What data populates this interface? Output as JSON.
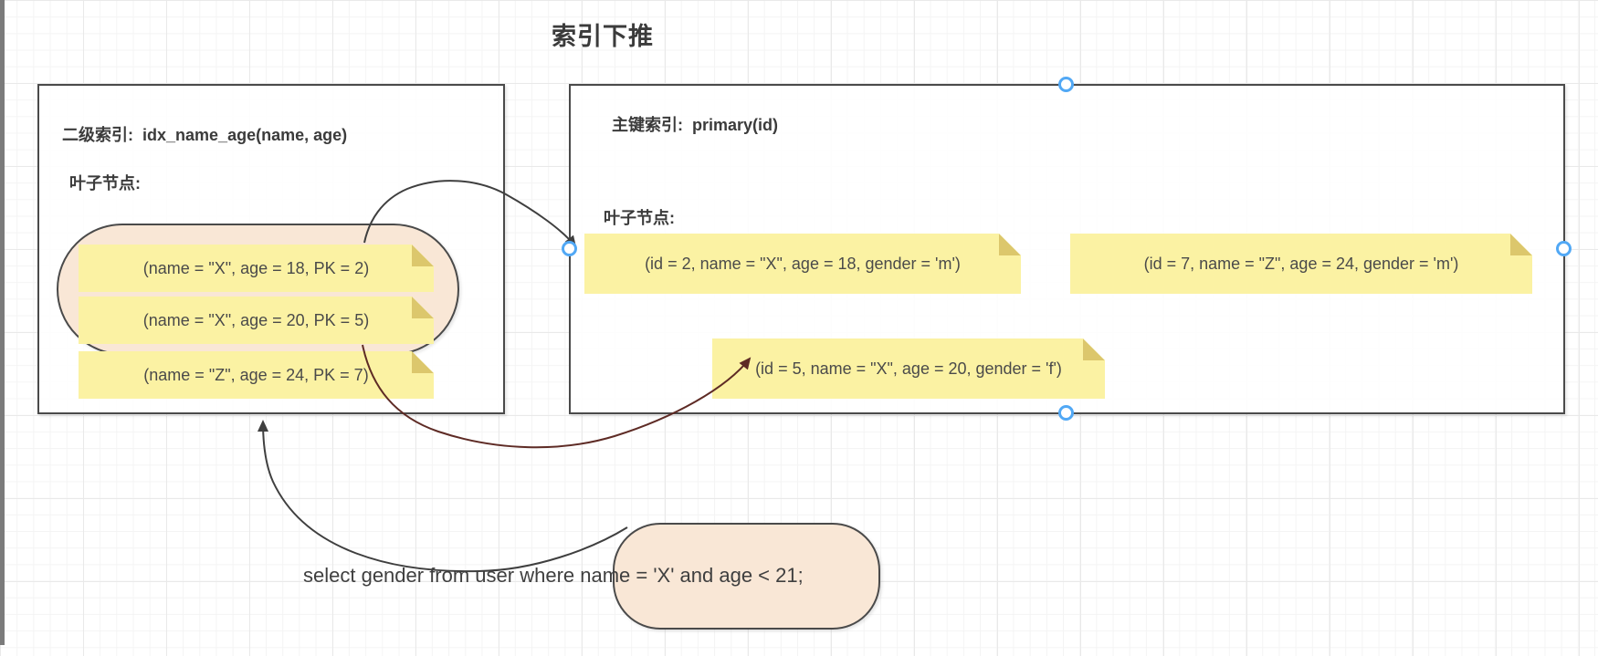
{
  "title": "索引下推",
  "secondary_index_box": {
    "index_label": "二级索引:",
    "index_name": "idx_name_age(name, age)",
    "leaf_label": "叶子节点:",
    "entries": [
      "(name = \"X\",  age = 18,  PK = 2)",
      "(name = \"X\",  age = 20,  PK = 5)",
      "(name = \"Z\",  age = 24,  PK = 7)"
    ]
  },
  "primary_index_box": {
    "index_label": "主键索引:",
    "index_name": "primary(id)",
    "leaf_label": "叶子节点:",
    "entries": [
      "(id = 2,  name = \"X\",  age = 18,  gender = 'm')",
      "(id = 7,  name = \"Z\",  age = 24,  gender = 'm')",
      "(id = 5,  name = \"X\",  age = 20,  gender = 'f')"
    ]
  },
  "query": {
    "text": "select gender from user where name = 'X' and age < 21;"
  },
  "colors": {
    "note_fill": "#fbf2a3",
    "note_fold": "#dcc76c",
    "container_fill": "#f9e7d6",
    "shape_border": "#4a4a4a",
    "connector_dark": "#3f3f3f",
    "connector_maroon": "#5e2b25",
    "handle_blue": "#51a8f5",
    "scrollbar_grey": "#7b7b7b"
  }
}
